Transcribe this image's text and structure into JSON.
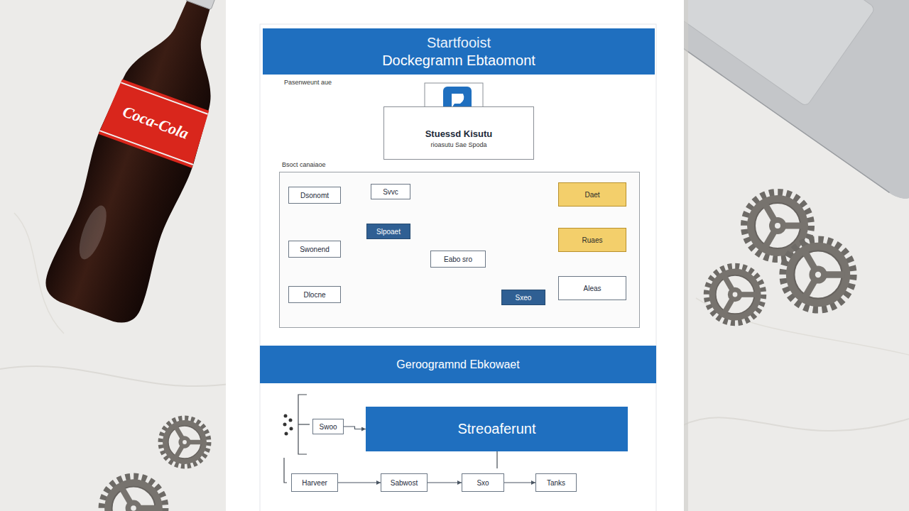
{
  "diagram": {
    "nodes": [
      {
        "text": [
          "Startfooist",
          "Dockegramn Ebtaomont"
        ]
      },
      {
        "text": [
          "Stuessd Kisutu",
          "rioasutu Sae Spoda"
        ]
      },
      {
        "text": [
          "Bsoct canaiaoe"
        ]
      },
      {
        "text": [
          "Dsonomt"
        ],
        "in": 2
      },
      {
        "text": [
          "Swonend"
        ],
        "in": 2
      },
      {
        "text": [
          "Dlocne"
        ],
        "in": 2
      },
      {
        "text": [
          "Svvc"
        ],
        "in": 2
      },
      {
        "text": [
          "Slpoaet"
        ],
        "in": 2
      },
      {
        "text": [
          "Eabo sro"
        ],
        "in": 2
      },
      {
        "text": [
          "Sxeo"
        ],
        "in": 2
      },
      {
        "text": [
          "Daet"
        ],
        "in": 2
      },
      {
        "text": [
          "Ruaes"
        ],
        "in": 2
      },
      {
        "text": [
          "Aleas"
        ],
        "in": 2
      },
      {
        "text": [
          "Geroogramnd Ebkowaet"
        ]
      },
      {
        "text": [
          "Swoo"
        ]
      },
      {
        "text": [
          "Streoaferunt"
        ]
      },
      {
        "text": [
          "Harveer"
        ]
      },
      {
        "text": [
          "Sabwost"
        ]
      },
      {
        "text": [
          "Sxo"
        ]
      },
      {
        "text": [
          "Tanks"
        ]
      }
    ],
    "edges": [
      {
        "from": 3,
        "to": 6,
        "arrow": "none"
      },
      {
        "from": 4,
        "to": 7,
        "arrow": "to"
      },
      {
        "from": 7,
        "to": 8,
        "arrow": "to"
      },
      {
        "from": 5,
        "to": 9,
        "arrow": "to"
      },
      {
        "from": 6,
        "to": 10,
        "arrow": "to"
      },
      {
        "from": 8,
        "to": 11,
        "arrow": "to"
      },
      {
        "from": 9,
        "to": 12,
        "arrow": "to"
      },
      {
        "from": 14,
        "to": 15,
        "arrow": "to"
      },
      {
        "from": 16,
        "to": 17,
        "arrow": "to"
      },
      {
        "from": 17,
        "to": 18,
        "arrow": "to"
      },
      {
        "from": 18,
        "to": 19,
        "arrow": "to"
      }
    ],
    "labels": [
      "Pasenweunt aue",
      "Coca-Cola"
    ]
  }
}
